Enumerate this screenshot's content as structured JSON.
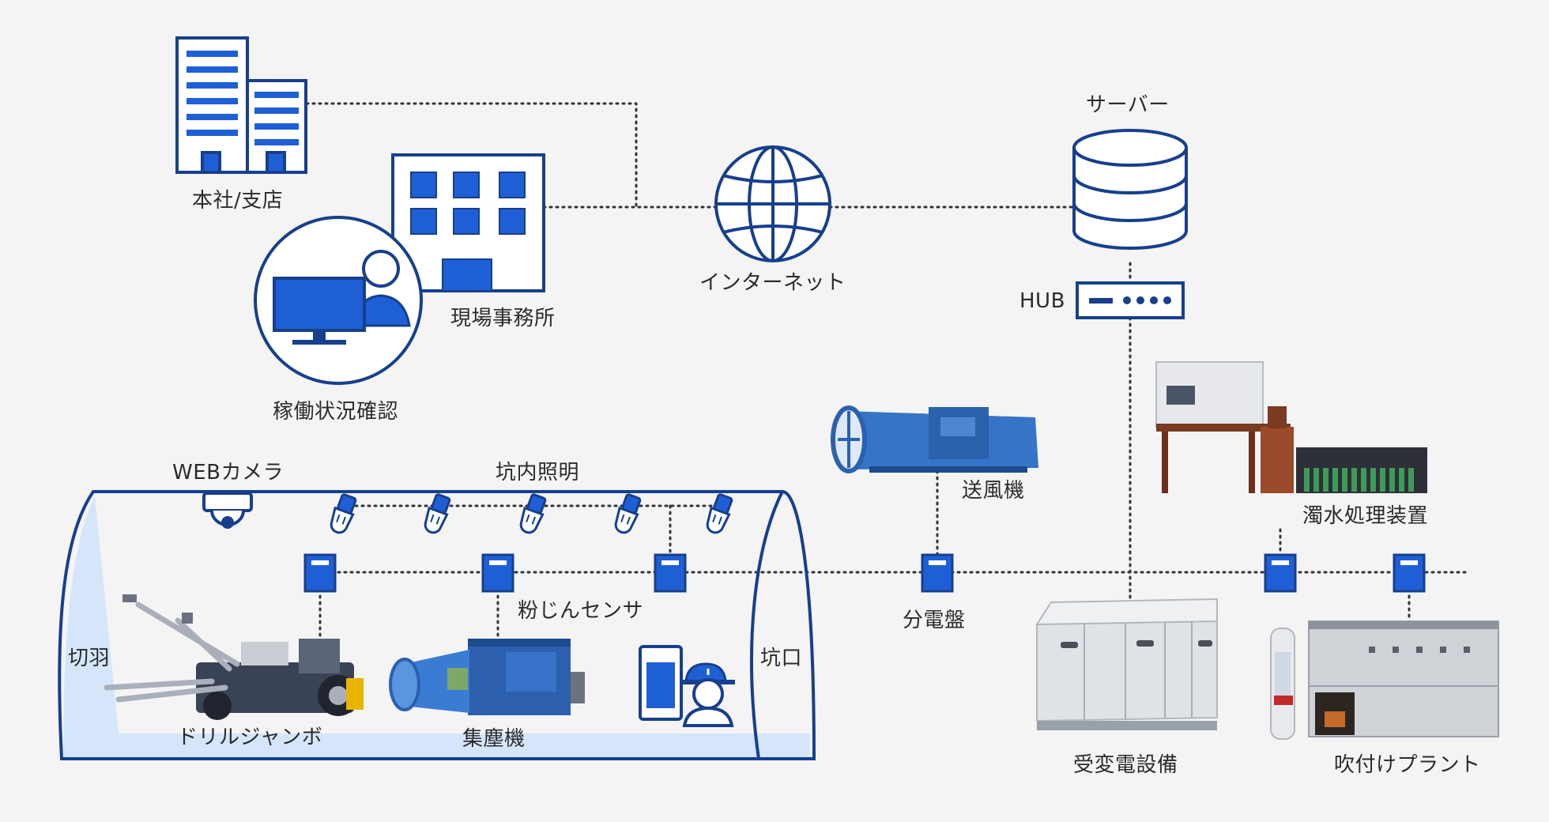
{
  "labels": {
    "hq": "本社/支店",
    "site_office": "現場事務所",
    "monitoring": "稼働状況確認",
    "internet": "インターネット",
    "server": "サーバー",
    "hub": "HUB",
    "web_camera": "WEBカメラ",
    "tunnel_lighting": "坑内照明",
    "blower": "送風機",
    "water_treatment": "濁水処理装置",
    "dust_sensor": "粉じんセンサ",
    "distribution_board": "分電盤",
    "face": "切羽",
    "portal": "坑口",
    "drill_jumbo": "ドリルジャンボ",
    "dust_collector": "集塵機",
    "power_receiving": "受変電設備",
    "spray_plant": "吹付けプラント"
  },
  "colors": {
    "accent": "#1f5fd6",
    "outline": "#173f8c",
    "tunnel_fill": "#d5e6fb",
    "connector": "#333333",
    "background": "#f4f4f5"
  },
  "icons": [
    "building-icon",
    "office-building-icon",
    "operator-monitor-icon",
    "globe-icon",
    "database-icon",
    "hub-icon",
    "web-camera-icon",
    "lamp-icon",
    "distribution-board-icon",
    "worker-tablet-icon"
  ]
}
